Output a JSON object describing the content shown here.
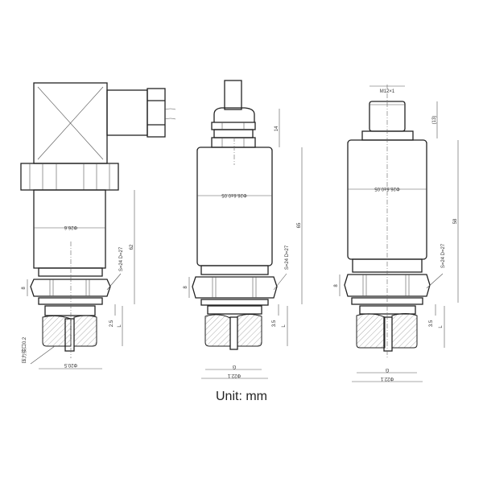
{
  "caption": "Unit: mm",
  "drawings": [
    {
      "labels": {
        "body_diameter": "Φ26.6",
        "length": "62",
        "hex": "S=24  D=27",
        "hex_height": "8",
        "thread_step": "2.5",
        "thread_length": "L",
        "port_note": "压力接口0.2",
        "bottom_diameter": "Φ20.5"
      }
    },
    {
      "labels": {
        "body_diameter": "Φ26.6±0.05",
        "gland_height": "14",
        "length": "65",
        "hex": "S=24  D=27",
        "hex_height": "8",
        "thread_step": "3.5",
        "thread_length": "L",
        "thread": "G",
        "bottom_diameter": "Φ22.1"
      }
    },
    {
      "labels": {
        "connector_thread": "M12×1",
        "connector_height": "(13)",
        "body_diameter": "Φ26.6±0.05",
        "length": "58",
        "hex": "S=24  D=27",
        "hex_height": "8",
        "thread_step": "3.5",
        "thread_length": "L",
        "thread": "G",
        "bottom_diameter": "Φ22.1"
      }
    }
  ]
}
